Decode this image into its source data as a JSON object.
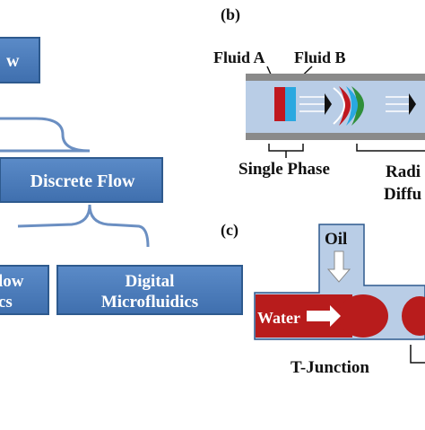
{
  "flowchart": {
    "top_box_partial": "w",
    "discrete_flow": "Discrete Flow",
    "left_box_line1_partial": "low",
    "left_box_line2_partial": "cs",
    "digital_line1": "Digital",
    "digital_line2": "Microfluidics"
  },
  "panel_b": {
    "label": "(b)",
    "fluid_a": "Fluid A",
    "fluid_b": "Fluid B",
    "single_phase": "Single Phase",
    "radial_partial": "Radi",
    "diffusion_partial": "Diffu"
  },
  "panel_c": {
    "label": "(c)",
    "oil": "Oil",
    "water": "Water",
    "t_junction": "T-Junction"
  },
  "colors": {
    "box_fill": "#4a7ab8",
    "box_border": "#2e5a8e",
    "connector": "#6b8fc2",
    "channel_fill": "#b9cde6",
    "channel_wall": "#8a8a8a",
    "fluid_a": "#c0181f",
    "fluid_b": "#2aa8e0",
    "diffusion_green": "#2f8f3a",
    "water": "#b81c1c",
    "arrow_white": "#ffffff"
  }
}
